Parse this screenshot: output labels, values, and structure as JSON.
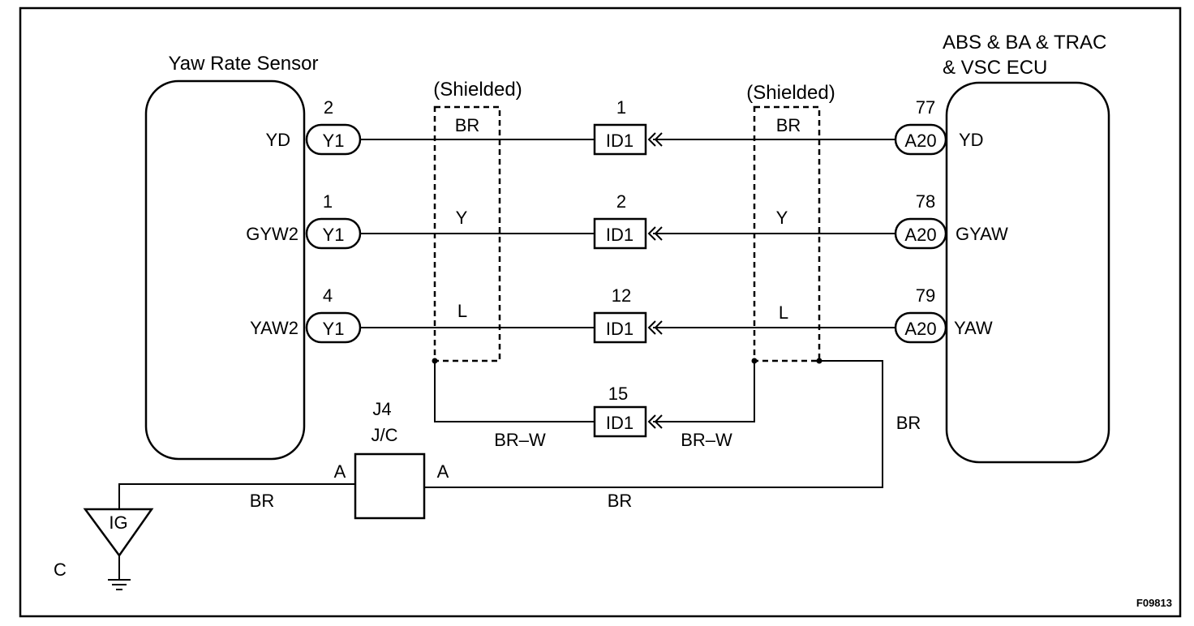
{
  "components": {
    "sensor": {
      "name": "Yaw Rate Sensor"
    },
    "ecu": {
      "name_line1": "ABS & BA & TRAC",
      "name_line2": "& VSC ECU"
    },
    "junction": {
      "name_line1": "J4",
      "name_line2": "J/C",
      "pin_left": "A",
      "pin_right": "A"
    },
    "ground": {
      "label": "IG",
      "ref": "C"
    }
  },
  "shield_label": "(Shielded)",
  "sensor_connector": "Y1",
  "inline_connector": "ID1",
  "ecu_connector": "A20",
  "circuits": [
    {
      "sensor_pin": "2",
      "sensor_terminal": "YD",
      "wire_left": "BR",
      "id_pin": "1",
      "wire_right": "BR",
      "ecu_pin": "77",
      "ecu_terminal": "YD"
    },
    {
      "sensor_pin": "1",
      "sensor_terminal": "GYW2",
      "wire_left": "Y",
      "id_pin": "2",
      "wire_right": "Y",
      "ecu_pin": "78",
      "ecu_terminal": "GYAW"
    },
    {
      "sensor_pin": "4",
      "sensor_terminal": "YAW2",
      "wire_left": "L",
      "id_pin": "12",
      "wire_right": "L",
      "ecu_pin": "79",
      "ecu_terminal": "YAW"
    }
  ],
  "shield_drain": {
    "id_pin": "15",
    "wire_left": "BR–W",
    "wire_right": "BR–W"
  },
  "ground_wires": {
    "ecu_drop": "BR",
    "jc_left": "BR",
    "jc_right": "BR"
  },
  "figure_code": "F09813"
}
